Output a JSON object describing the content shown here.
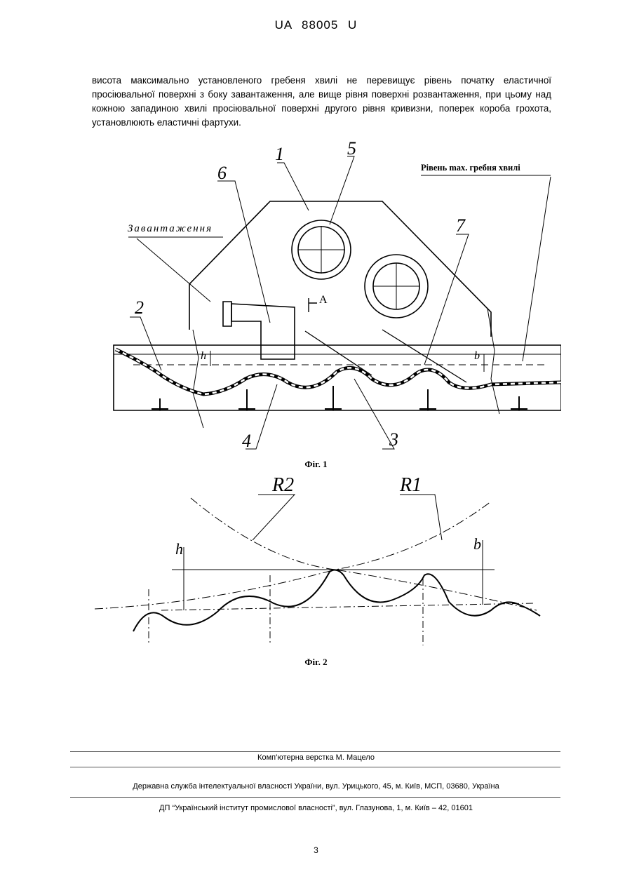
{
  "header": {
    "doc_id": "UA   88005   U"
  },
  "body_text": "висота максимально установленого гребеня хвилі не перевищує рівень початку еластичної просіювальної поверхні з боку завантаження, але вище рівня поверхні розвантаження, при цьому над кожною западиною хвилі просіювальної поверхні другого рівня кривизни, поперек короба грохота, установлюють еластичні фартухи.",
  "figure1": {
    "caption": "Фіг. 1",
    "labels": {
      "loading": "Завантаження",
      "wave_level": "Рівень max. гребня хвилі",
      "n1": "1",
      "n2": "2",
      "n3": "3",
      "n4": "4",
      "n5": "5",
      "n6": "6",
      "n7": "7",
      "section": "A",
      "h": "h",
      "b": "b"
    }
  },
  "figure2": {
    "caption": "Фіг. 2",
    "labels": {
      "r2": "R2",
      "r1": "R1",
      "h": "h",
      "b": "b"
    }
  },
  "footer": {
    "layout": "Комп’ютерна верстка М. Мацело",
    "agency": "Державна служба інтелектуальної власності України, вул. Урицького, 45, м. Київ, МСП, 03680, Україна",
    "institute": "ДП “Український інститут промислової власності”, вул. Глазунова, 1, м. Київ – 42, 01601"
  },
  "page_number": "3"
}
